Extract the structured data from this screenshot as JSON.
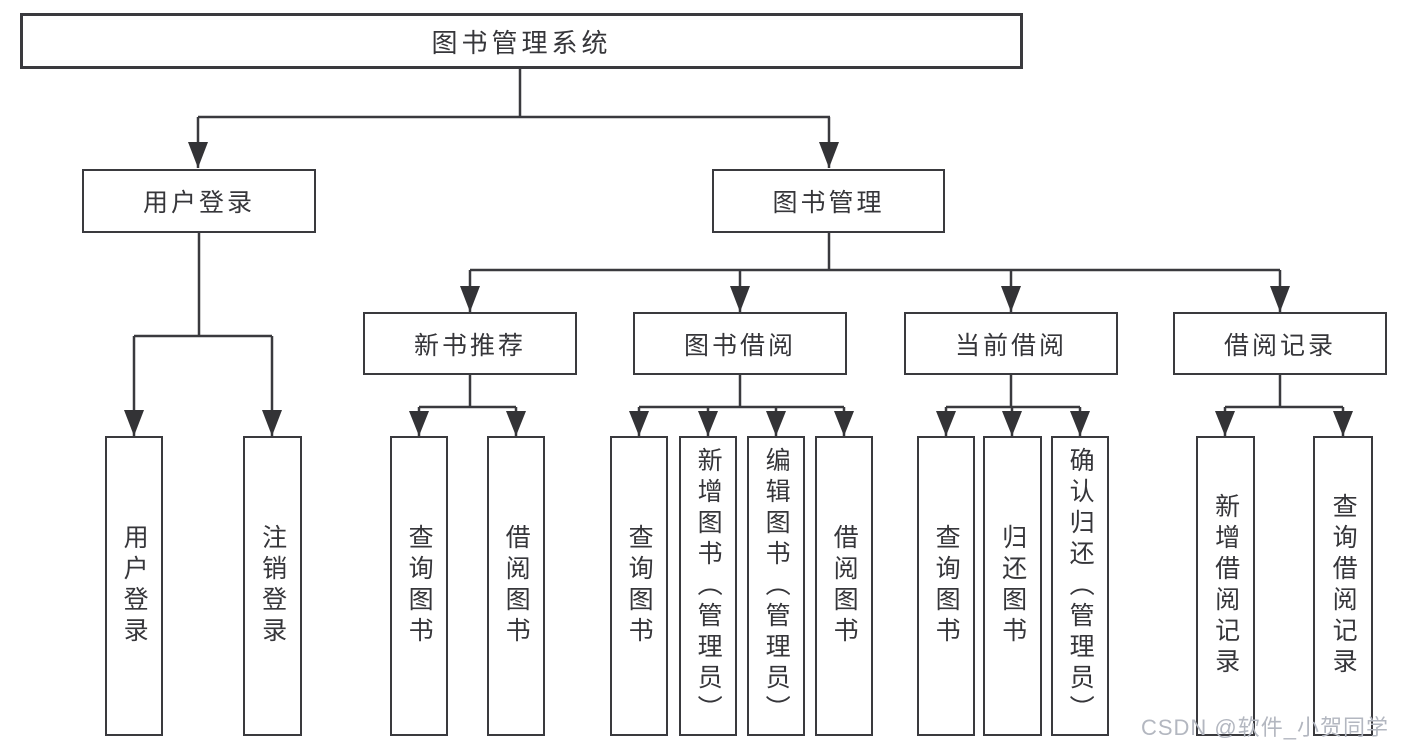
{
  "tree": {
    "root": {
      "label": "图书管理系统",
      "children": [
        {
          "label": "用户登录",
          "children": [
            {
              "label": "用户登录"
            },
            {
              "label": "注销登录"
            }
          ]
        },
        {
          "label": "图书管理",
          "children": [
            {
              "label": "新书推荐",
              "children": [
                {
                  "label": "查询图书"
                },
                {
                  "label": "借阅图书"
                }
              ]
            },
            {
              "label": "图书借阅",
              "children": [
                {
                  "label": "查询图书"
                },
                {
                  "label": "新增图书（管理员）"
                },
                {
                  "label": "编辑图书（管理员）"
                },
                {
                  "label": "借阅图书"
                }
              ]
            },
            {
              "label": "当前借阅",
              "children": [
                {
                  "label": "查询图书"
                },
                {
                  "label": "归还图书"
                },
                {
                  "label": "确认归还（管理员）"
                }
              ]
            },
            {
              "label": "借阅记录",
              "children": [
                {
                  "label": "新增借阅记录"
                },
                {
                  "label": "查询借阅记录"
                }
              ]
            }
          ]
        }
      ]
    }
  },
  "colors": {
    "line": "#3a3a3e",
    "text": "#36363a",
    "box_background": "#ffffff",
    "watermark": "#b3b7c0"
  },
  "watermark": {
    "text": "CSDN @软件_小贺同学"
  }
}
